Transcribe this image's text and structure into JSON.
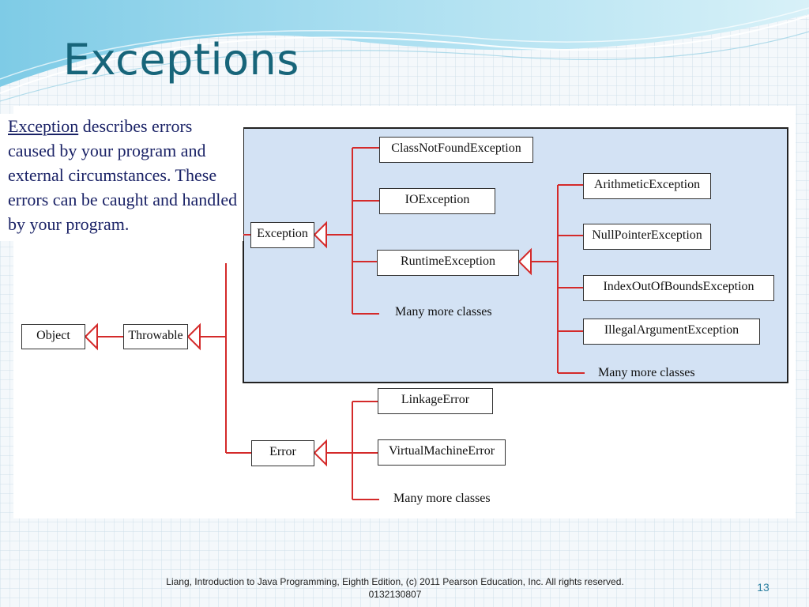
{
  "slide": {
    "title": "Exceptions",
    "description": {
      "term": "Exception",
      "text": " describes errors caused by your program and external circumstances. These errors can be caught and handled by your program."
    },
    "footer": "Liang, Introduction to Java Programming, Eighth Edition, (c) 2011 Pearson Education, Inc. All rights reserved. 0132130807",
    "page_number": "13"
  },
  "diagram": {
    "classes": {
      "object": "Object",
      "throwable": "Throwable",
      "exception": "Exception",
      "error": "Error",
      "class_not_found": "ClassNotFoundException",
      "io": "IOException",
      "runtime": "RuntimeException",
      "arithmetic": "ArithmeticException",
      "null_pointer": "NullPointerException",
      "index_out_of_bounds": "IndexOutOfBoundsException",
      "illegal_argument": "IllegalArgumentException",
      "linkage": "LinkageError",
      "virtual_machine": "VirtualMachineError"
    },
    "notes": {
      "exception_more": "Many more classes",
      "runtime_more": "Many more classes",
      "error_more": "Many more classes"
    },
    "colors": {
      "connector": "#d42a2a",
      "exception_region": "#d3e2f4",
      "title": "#17657a",
      "description_text": "#1a2266"
    }
  }
}
